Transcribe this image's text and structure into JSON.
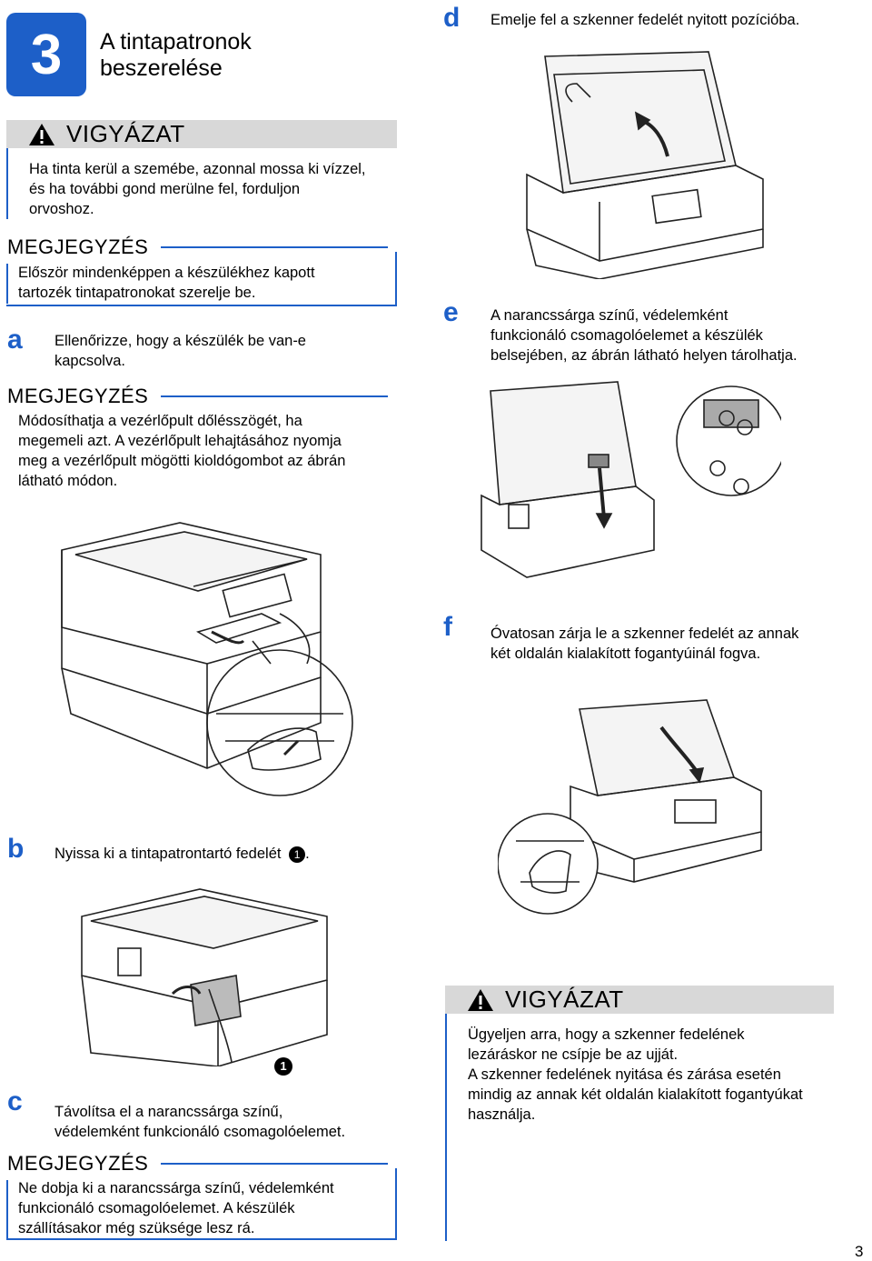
{
  "section": {
    "number": "3",
    "title_line1": "A tintapatronok",
    "title_line2": "beszerelése"
  },
  "caution1": {
    "label": "VIGYÁZAT",
    "text1": "Ha tinta kerül a szemébe, azonnal mossa ki vízzel,",
    "text2": "és ha további gond merülne fel, forduljon",
    "text3": "orvoshoz."
  },
  "note1": {
    "label": "MEGJEGYZÉS",
    "text1": "Először mindenképpen a készülékhez kapott",
    "text2": "tartozék tintapatronokat szerelje be."
  },
  "step_a": {
    "letter": "a",
    "text1": "Ellenőrizze, hogy a készülék be van-e",
    "text2": "kapcsolva."
  },
  "note2": {
    "label": "MEGJEGYZÉS",
    "text1": "Módosíthatja a vezérlőpult dőlésszögét, ha",
    "text2": "megemeli azt. A vezérlőpult lehajtásához nyomja",
    "text3": "meg a vezérlőpult mögötti kioldógombot az ábrán",
    "text4": "látható módon."
  },
  "step_b": {
    "letter": "b",
    "text": "Nyissa ki a tintapatrontartó fedelét",
    "ref": "1",
    "suffix": "."
  },
  "callout": "1",
  "step_c": {
    "letter": "c",
    "text1": "Távolítsa el a narancssárga színű,",
    "text2": "védelemként funkcionáló csomagolóelemet."
  },
  "note3": {
    "label": "MEGJEGYZÉS",
    "text1": "Ne dobja ki a narancssárga színű, védelemként",
    "text2": "funkcionáló csomagolóelemet. A készülék",
    "text3": "szállításakor még szüksége lesz rá."
  },
  "step_d": {
    "letter": "d",
    "text": "Emelje fel a szkenner fedelét nyitott pozícióba."
  },
  "step_e": {
    "letter": "e",
    "text1": "A narancssárga színű, védelemként",
    "text2": "funkcionáló csomagolóelemet a készülék",
    "text3": "belsejében, az ábrán látható helyen tárolhatja."
  },
  "step_f": {
    "letter": "f",
    "text1": "Óvatosan zárja le a szkenner fedelét az annak",
    "text2": "két oldalán kialakított fogantyúinál fogva."
  },
  "caution2": {
    "label": "VIGYÁZAT",
    "text1": "Ügyeljen arra, hogy a szkenner fedelének",
    "text2": "lezáráskor ne csípje be az ujját.",
    "text3": "A szkenner fedelének nyitása és zárása esetén",
    "text4": "mindig az annak két oldalán kialakított fogantyúkat",
    "text5": "használja."
  },
  "page_number": "3",
  "colors": {
    "accent": "#1d5fc8",
    "caution_bar": "#d8d8d8"
  },
  "icons": [
    "warning-triangle-icon",
    "printer-illustration"
  ]
}
